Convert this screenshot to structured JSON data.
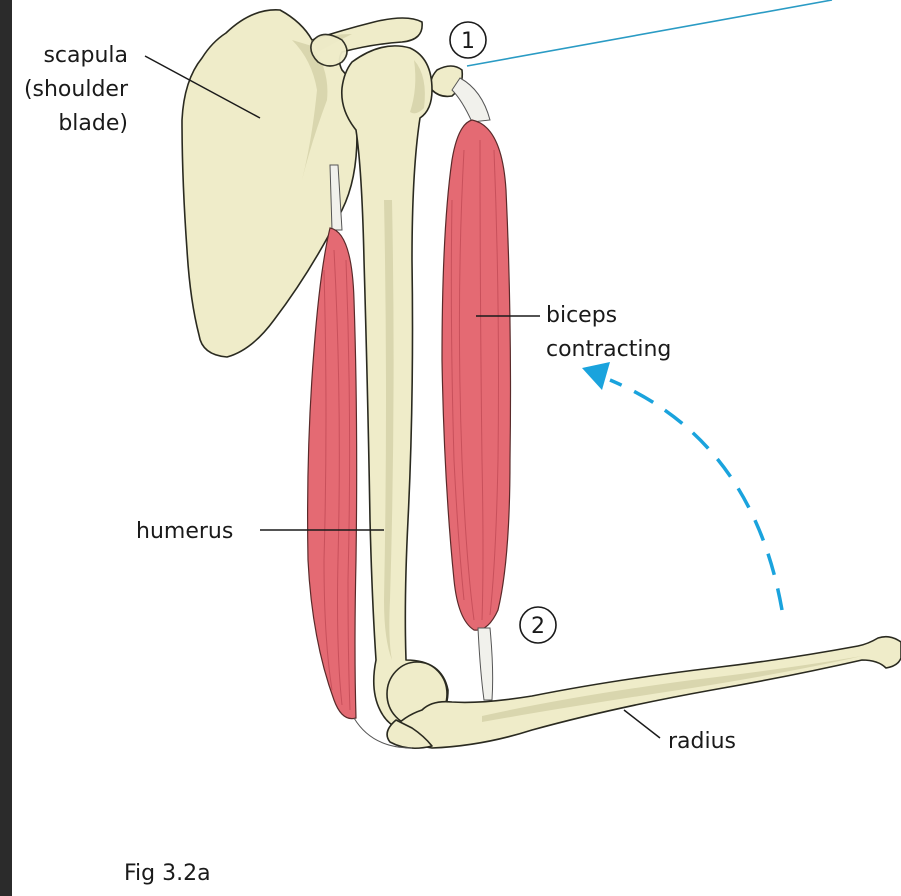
{
  "labels": {
    "scapula": [
      "scapula",
      "(shoulder",
      "blade)"
    ],
    "biceps": [
      "biceps",
      "contracting"
    ],
    "humerus": "humerus",
    "radius": "radius",
    "marker1": "1",
    "marker2": "2",
    "caption": "Fig 3.2a"
  },
  "colors": {
    "bone": "#efecc9",
    "muscle": "#e46a73",
    "arrow": "#1aa3dd",
    "pointer_line": "#2a9bc4",
    "page_background": "#ffffff",
    "outer_border": "#2b2b2b"
  },
  "icons": {
    "arrow": "dashed-curved-arrow"
  }
}
